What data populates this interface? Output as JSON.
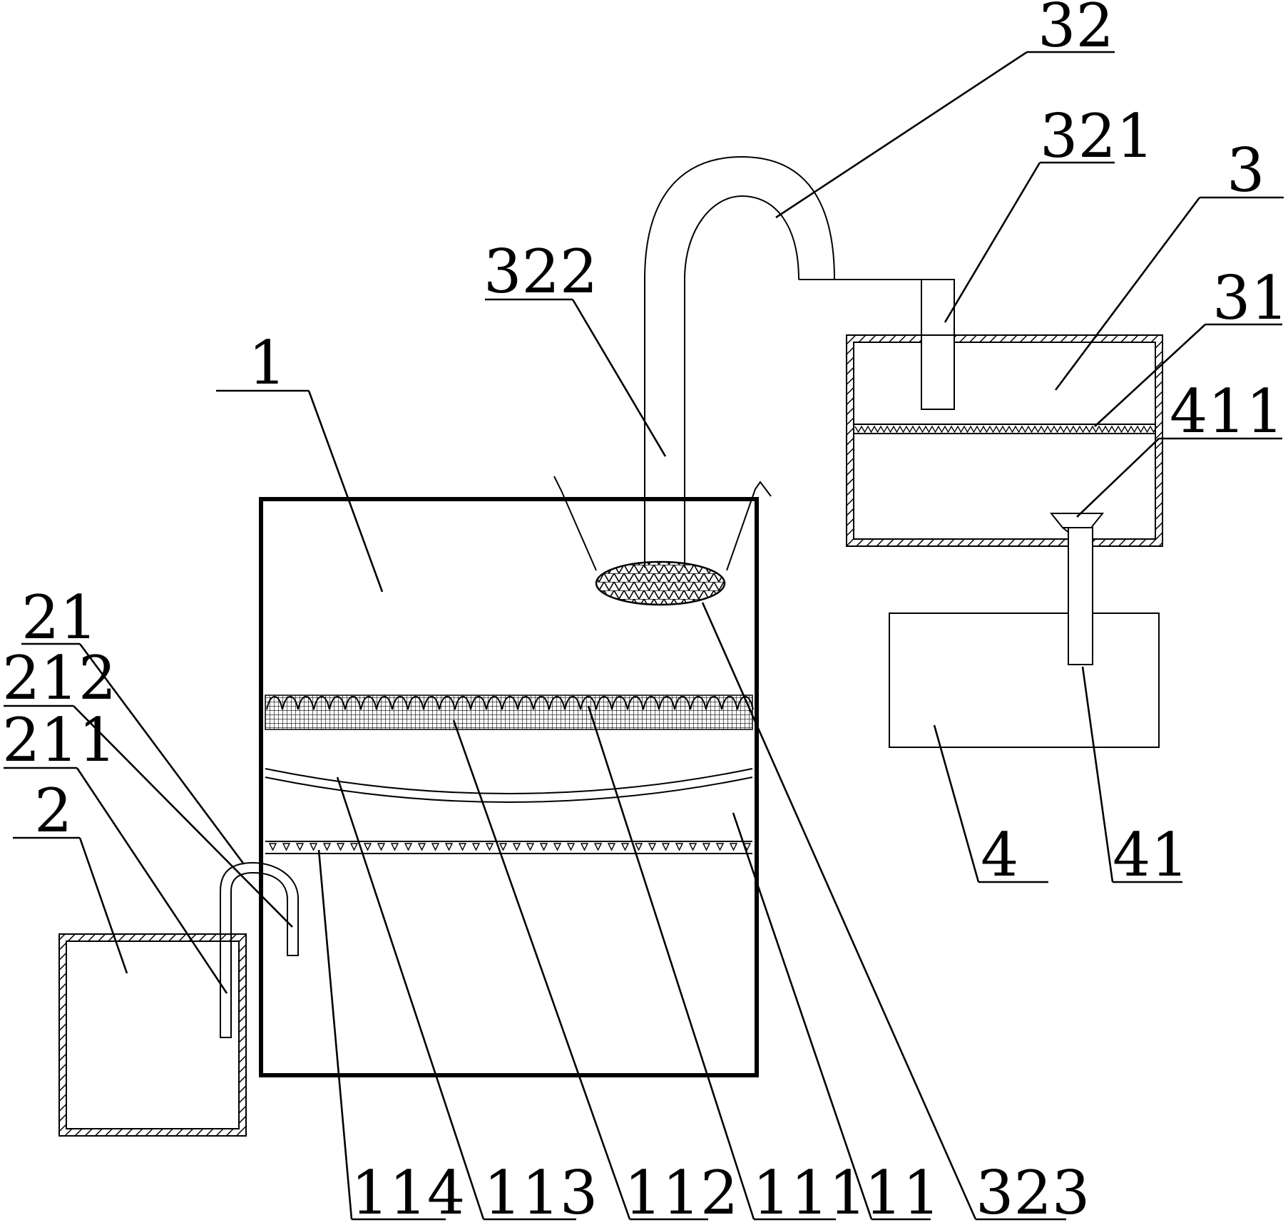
{
  "figure": {
    "labels": {
      "l32": "32",
      "l321": "321",
      "l3": "3",
      "l322": "322",
      "l31": "31",
      "l411": "411",
      "l1": "1",
      "l21": "21",
      "l212": "212",
      "l211": "211",
      "l2": "2",
      "l4": "4",
      "l41": "41",
      "l114": "114",
      "l113": "113",
      "l112": "112",
      "l111": "111",
      "l11": "11",
      "l323": "323"
    },
    "line_color": "#000000",
    "background": "#ffffff"
  }
}
